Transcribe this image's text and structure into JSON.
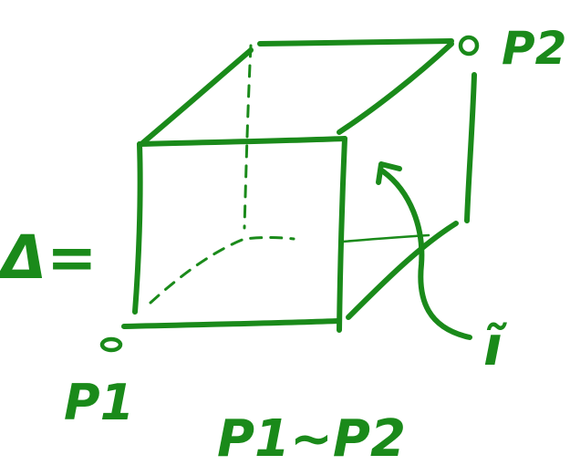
{
  "ink_color": "#1a8a1a",
  "labels": {
    "delta": "Δ=",
    "p2": "P2",
    "p1": "P1",
    "relation": "P1~P2",
    "tilde_i": "ĩ"
  }
}
